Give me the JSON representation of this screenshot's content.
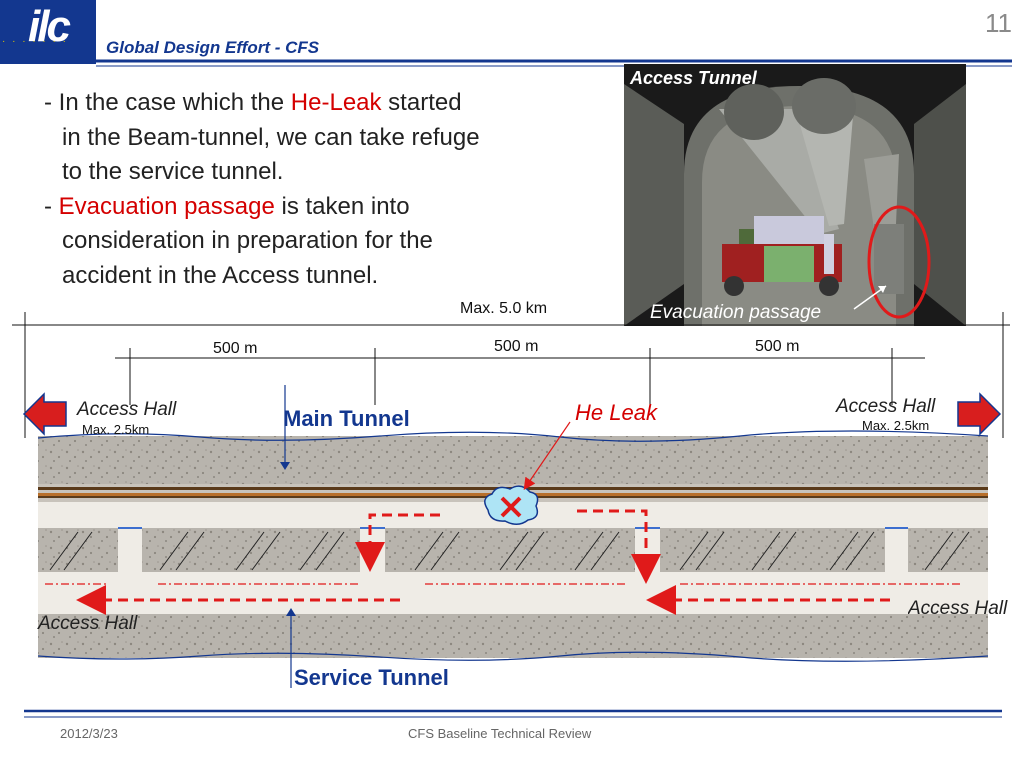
{
  "header": {
    "logo": "ilc",
    "title": "Global Design Effort - CFS",
    "page_number": "11"
  },
  "body": {
    "line1_prefix": "- In the case which the ",
    "line1_highlight": "He-Leak",
    "line1_suffix": " started",
    "line2": "in the Beam-tunnel, we can take refuge",
    "line3": "to the service tunnel.",
    "line4_prefix": "- ",
    "line4_highlight": "Evacuation passage",
    "line4_suffix": " is taken into",
    "line5": "consideration in preparation for the",
    "line6": "accident in the Access tunnel."
  },
  "photo": {
    "title": "Access Tunnel",
    "caption": "Evacuation passage"
  },
  "diagram": {
    "max_total": "Max. 5.0 km",
    "seg_left": "500 m",
    "seg_mid": "500 m",
    "seg_right": "500 m",
    "access_hall_top_left": "Access Hall",
    "max_left": "Max. 2.5km",
    "access_hall_top_right": "Access Hall",
    "max_right": "Max. 2.5km",
    "main_tunnel": "Main Tunnel",
    "he_leak": "He Leak",
    "access_hall_bottom_left": "Access Hall",
    "access_hall_bottom_right": "Access Hall",
    "service_tunnel": "Service Tunnel"
  },
  "footer": {
    "date": "2012/3/23",
    "title": "CFS Baseline Technical Review"
  },
  "colors": {
    "brand_blue": "#13378f",
    "accent_red": "#d40000",
    "rock_gray": "#b8b4ad"
  }
}
